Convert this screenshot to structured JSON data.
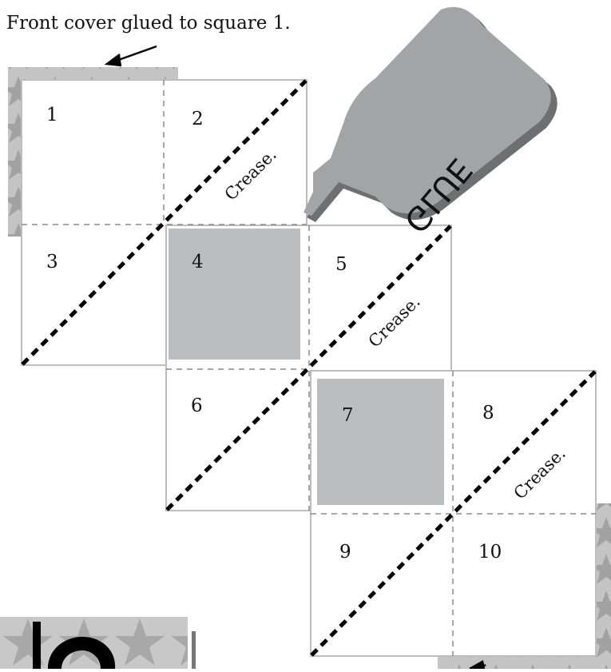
{
  "caption": "Front cover glued to square 1.",
  "squares": {
    "s1": "1",
    "s2": "2",
    "s3": "3",
    "s4": "4",
    "s5": "5",
    "s6": "6",
    "s7": "7",
    "s8": "8",
    "s9": "9",
    "s10": "10"
  },
  "crease_label": "Crease.",
  "glue_label": "GLUE",
  "colors": {
    "outline": "#bdbdbd",
    "fold_line": "#8a8a8a",
    "shaded_square": "#bcbdbf",
    "glue_bottle": "#a3a4a6",
    "glue_bottle_dark": "#6e6f71",
    "cover_pattern": "#c4c4c4",
    "cover_star": "#a0a0a0"
  }
}
